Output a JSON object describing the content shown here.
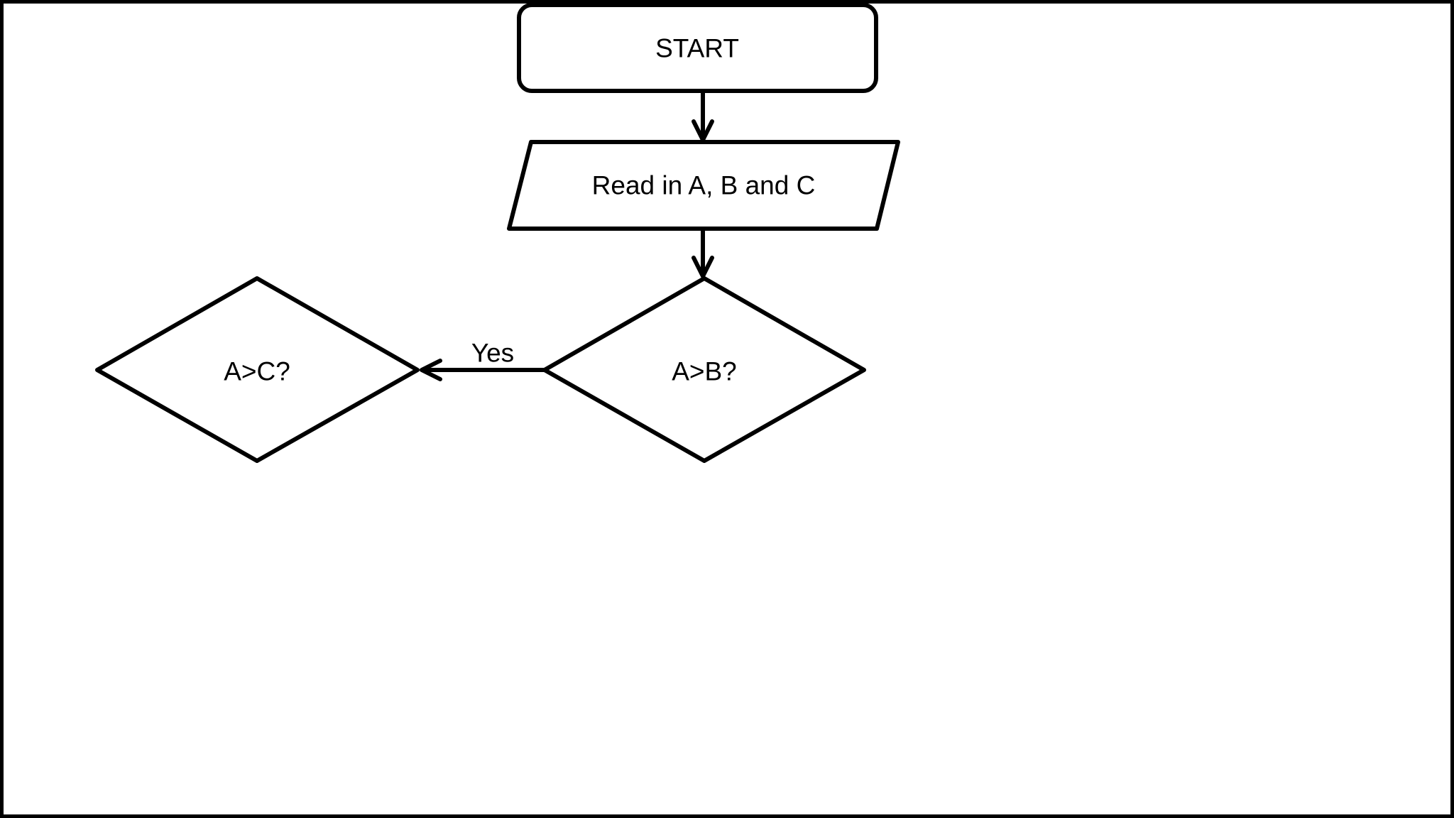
{
  "style": {
    "background_color": "#ffffff",
    "border_color": "#000000",
    "stroke_color": "#000000",
    "text_color": "#000000"
  },
  "flowchart": {
    "nodes": [
      {
        "id": "start",
        "shape": "rounded-rectangle",
        "label": "START"
      },
      {
        "id": "read-input",
        "shape": "parallelogram",
        "label": "Read in A, B and C"
      },
      {
        "id": "compare-a-b",
        "shape": "diamond",
        "label": "A>B?"
      },
      {
        "id": "compare-a-c",
        "shape": "diamond",
        "label": "A>C?"
      }
    ],
    "edges": [
      {
        "from": "start",
        "to": "read-input",
        "label": ""
      },
      {
        "from": "read-input",
        "to": "compare-a-b",
        "label": ""
      },
      {
        "from": "compare-a-b",
        "to": "compare-a-c",
        "label": "Yes"
      }
    ]
  }
}
